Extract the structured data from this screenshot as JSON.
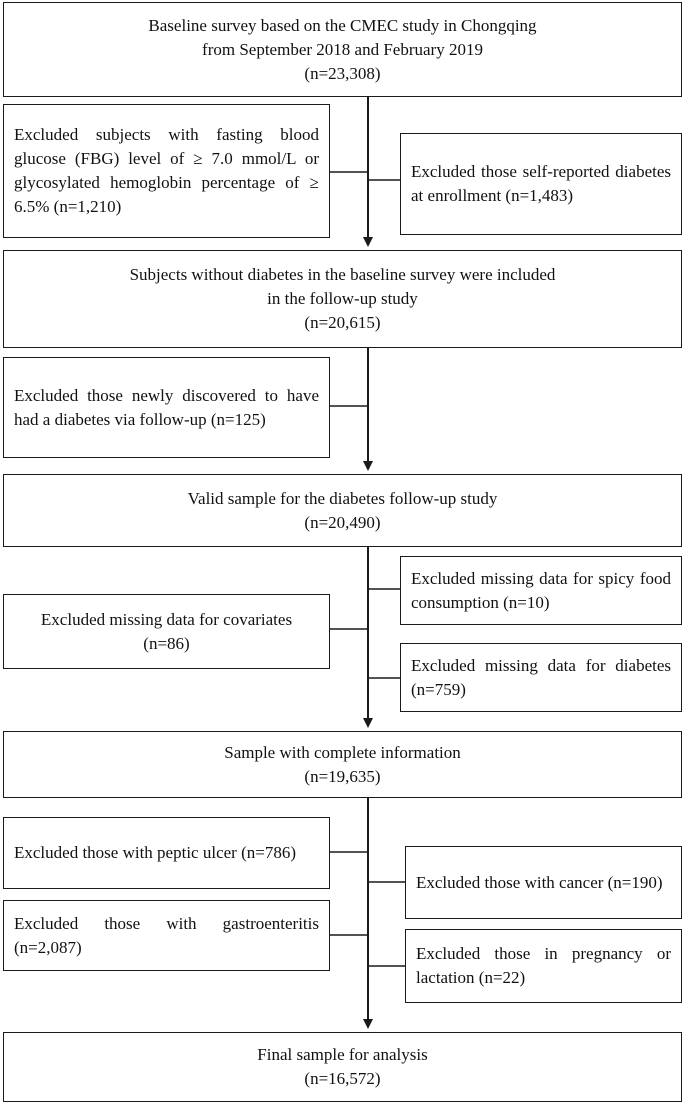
{
  "flow": {
    "baseline": {
      "line1": "Baseline survey based on the CMEC study in Chongqing",
      "line2": "from September 2018 and February 2019",
      "n": "(n=23,308)"
    },
    "excl_fbg": {
      "text": "Excluded subjects with fasting blood glucose (FBG) level of ≥ 7.0 mmol/L or glycosylated hemoglobin percentage of ≥ 6.5% (n=1,210)"
    },
    "excl_selfreport": {
      "text": "Excluded those self-reported diabetes at enrollment (n=1,483)"
    },
    "no_diabetes": {
      "line1": "Subjects without diabetes in the baseline survey were included",
      "line2": "in the follow-up study",
      "n": "(n=20,615)"
    },
    "excl_newly": {
      "text": "Excluded those newly discovered to have had a diabetes via follow-up (n=125)"
    },
    "valid_sample": {
      "line1": "Valid sample for the diabetes follow-up study",
      "n": "(n=20,490)"
    },
    "excl_covariates": {
      "line1": "Excluded missing data for covariates",
      "n": "(n=86)"
    },
    "excl_spicy": {
      "text": "Excluded missing data for spicy food consumption (n=10)"
    },
    "excl_diabetes_missing": {
      "text": "Excluded missing data for diabetes (n=759)"
    },
    "complete": {
      "line1": "Sample with complete information",
      "n": "(n=19,635)"
    },
    "excl_ulcer": {
      "text": "Excluded those with peptic ulcer (n=786)"
    },
    "excl_gastro": {
      "text": "Excluded those with gastroenteritis (n=2,087)"
    },
    "excl_cancer": {
      "text": "Excluded those with cancer (n=190)"
    },
    "excl_pregnancy": {
      "text": "Excluded those in pregnancy or lactation (n=22)"
    },
    "final": {
      "line1": "Final sample for analysis",
      "n": "(n=16,572)"
    }
  },
  "colors": {
    "stroke": "#1a1a1a",
    "text": "#111111",
    "background": "#ffffff"
  }
}
